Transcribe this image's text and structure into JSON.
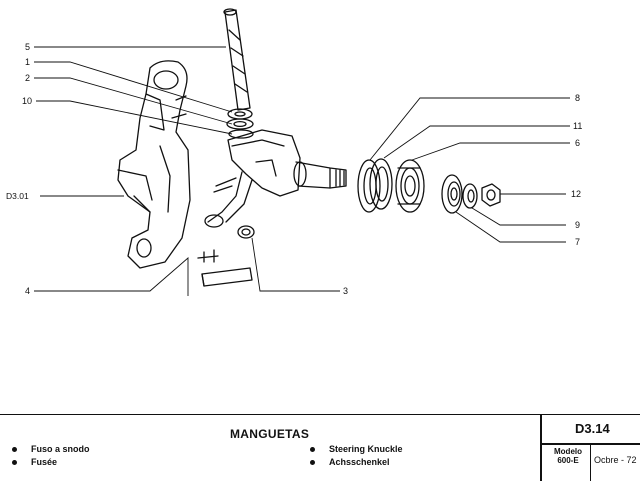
{
  "callouts": {
    "c5": "5",
    "c1": "1",
    "c2": "2",
    "c10": "10",
    "cD301": "D3.01",
    "c4": "4",
    "c8": "8",
    "c11": "11",
    "c6": "6",
    "c12": "12",
    "c9": "9",
    "c7": "7",
    "c3": "3"
  },
  "title_block": {
    "title": "MANGUETAS",
    "names": [
      "Fuso a snodo",
      "Fusée",
      "Steering Knuckle",
      "Achsschenkel"
    ],
    "sheet": "D3.14",
    "model_label": "Modelo",
    "model": "600-E",
    "date": "Ocbre - 72"
  },
  "colors": {
    "ink": "#111111",
    "paper": "#ffffff"
  }
}
